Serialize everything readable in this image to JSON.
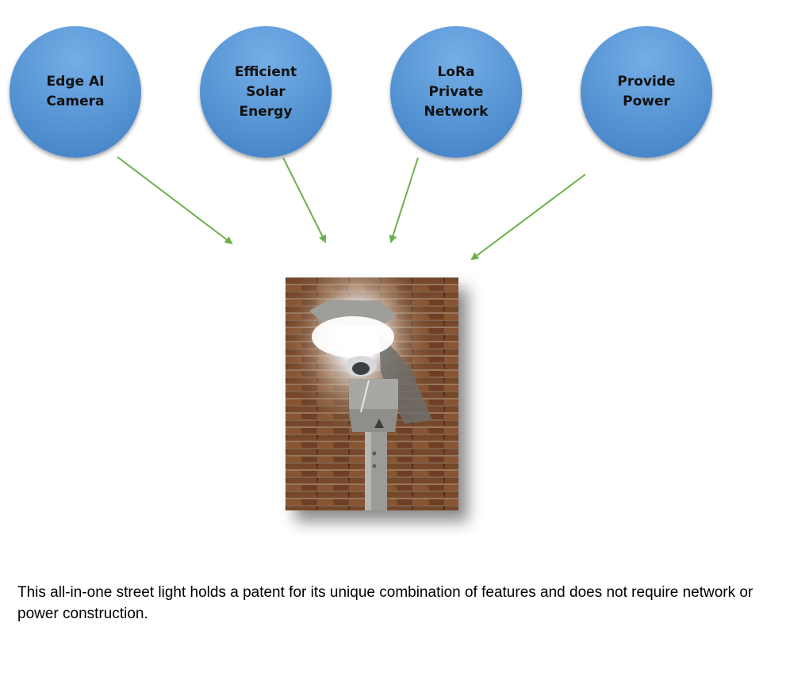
{
  "diagram": {
    "features": [
      {
        "id": "edge-ai-camera",
        "label": "Edge AI\nCamera"
      },
      {
        "id": "efficient-solar-energy",
        "label": "Efficient\nSolar\nEnergy"
      },
      {
        "id": "lora-private-network",
        "label": "LoRa\nPrivate\nNetwork"
      },
      {
        "id": "provide-power",
        "label": "Provide\nPower"
      }
    ],
    "colors": {
      "circle_top": "#74aee6",
      "circle_bottom": "#3f7fc4",
      "arrow": "#6ab04c",
      "brick": "#7a4a2e",
      "pole": "#9b9b98"
    }
  },
  "photo": {
    "subject": "street-light-photo"
  },
  "caption": "This all-in-one street light holds a patent for its unique combination of features and does not require network or power construction."
}
